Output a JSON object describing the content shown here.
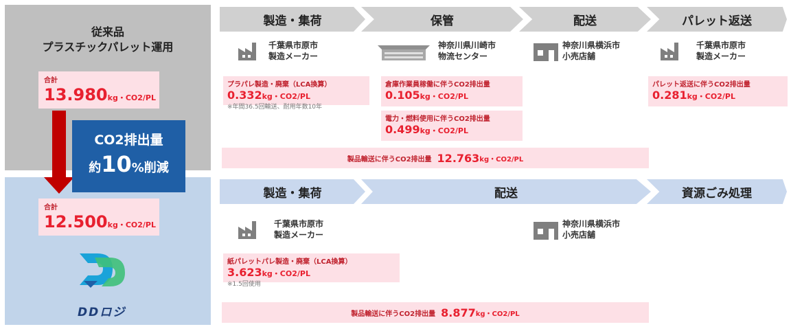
{
  "left": {
    "title_line1": "従来品",
    "title_line2": "プラスチックパレット運用",
    "top_total": {
      "label": "合計",
      "value": "13.980",
      "unit": "kg・CO2/PL"
    },
    "badge_line1": "CO2排出量",
    "badge_prefix": "約",
    "badge_number": "10",
    "badge_suffix": "%削減",
    "bottom_total": {
      "label": "合計",
      "value": "12.500",
      "unit": "kg・CO2/PL"
    },
    "logo_text": "DDロジ"
  },
  "top_flow": {
    "stages": [
      "製造・集荷",
      "保管",
      "配送",
      "パレット返送"
    ],
    "places": [
      {
        "icon": "factory-icon",
        "line1": "千葉県市原市",
        "line2": "製造メーカー"
      },
      {
        "icon": "warehouse-icon",
        "line1": "神奈川県川崎市",
        "line2": "物流センター"
      },
      {
        "icon": "store-icon",
        "line1": "神奈川県横浜市",
        "line2": "小売店舗"
      },
      {
        "icon": "factory-icon",
        "line1": "千葉県市原市",
        "line2": "製造メーカー"
      }
    ],
    "items": [
      {
        "title": "プラパレ製造・廃棄（LCA換算）",
        "value": "0.332",
        "unit": "kg・CO2/PL",
        "note": "※年間36.5回輸送、耐用年数10年"
      },
      {
        "title": "倉庫作業員稼働に伴うCO2排出量",
        "value": "0.105",
        "unit": "kg・CO2/PL"
      },
      {
        "title": "電力・燃料使用に伴うCO2排出量",
        "value": "0.499",
        "unit": "kg・CO2/PL"
      },
      {
        "title": "パレット返送に伴うCO2排出量",
        "value": "0.281",
        "unit": "kg・CO2/PL"
      }
    ],
    "transport": {
      "title": "製品輸送に伴うCO2排出量",
      "value": "12.763",
      "unit": "kg・CO2/PL"
    }
  },
  "bottom_flow": {
    "stages": [
      "製造・集荷",
      "配送",
      "資源ごみ処理"
    ],
    "places": [
      {
        "icon": "factory-icon",
        "line1": "千葉県市原市",
        "line2": "製造メーカー"
      },
      {
        "icon": "store-icon",
        "line1": "神奈川県横浜市",
        "line2": "小売店舗"
      }
    ],
    "items": [
      {
        "title": "紙パレットパレ製造・廃棄（LCA換算）",
        "value": "3.623",
        "unit": "kg・CO2/PL",
        "note": "※1.5回使用"
      }
    ],
    "transport": {
      "title": "製品輸送に伴うCO2排出量",
      "value": "8.877",
      "unit": "kg・CO2/PL"
    }
  },
  "colors": {
    "red": "#e8202f",
    "pink": "#fde0e6",
    "gray": "#bfbfbf",
    "blue_bg": "#c1d4ea",
    "badge": "#1f5fa6"
  }
}
